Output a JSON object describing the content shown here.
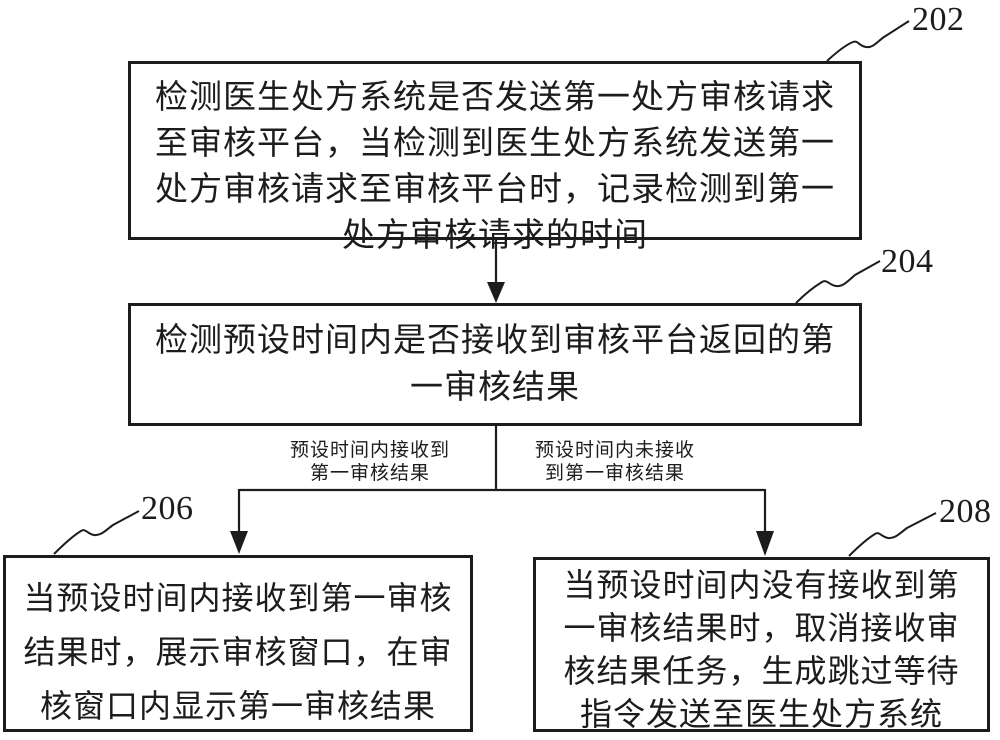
{
  "diagram": {
    "type": "flowchart",
    "colors": {
      "line": "#1c1c1c",
      "text": "#1c1c1c",
      "background": "#ffffff"
    },
    "nodes": [
      {
        "id": "step-202",
        "ref": "202",
        "lines": [
          "检测医生处方系统是否发送第一处方审核请求",
          "至审核平台，当检测到医生处方系统发送第一",
          "处方审核请求至审核平台时，记录检测到第一",
          "处方审核请求的时间"
        ]
      },
      {
        "id": "step-204",
        "ref": "204",
        "lines": [
          "检测预设时间内是否接收到审核平台返回的第",
          "一审核结果"
        ]
      },
      {
        "id": "step-206",
        "ref": "206",
        "lines": [
          "当预设时间内接收到第一审核",
          "结果时，展示审核窗口，在审",
          "核窗口内显示第一审核结果"
        ]
      },
      {
        "id": "step-208",
        "ref": "208",
        "lines": [
          "当预设时间内没有接收到第",
          "一审核结果时，取消接收审",
          "核结果任务，生成跳过等待",
          "指令发送至医生处方系统"
        ]
      }
    ],
    "branch_labels": [
      {
        "target": "206",
        "lines": [
          "预设时间内接收到",
          "第一审核结果"
        ]
      },
      {
        "target": "208",
        "lines": [
          "预设时间内未接收",
          "到第一审核结果"
        ]
      }
    ]
  }
}
